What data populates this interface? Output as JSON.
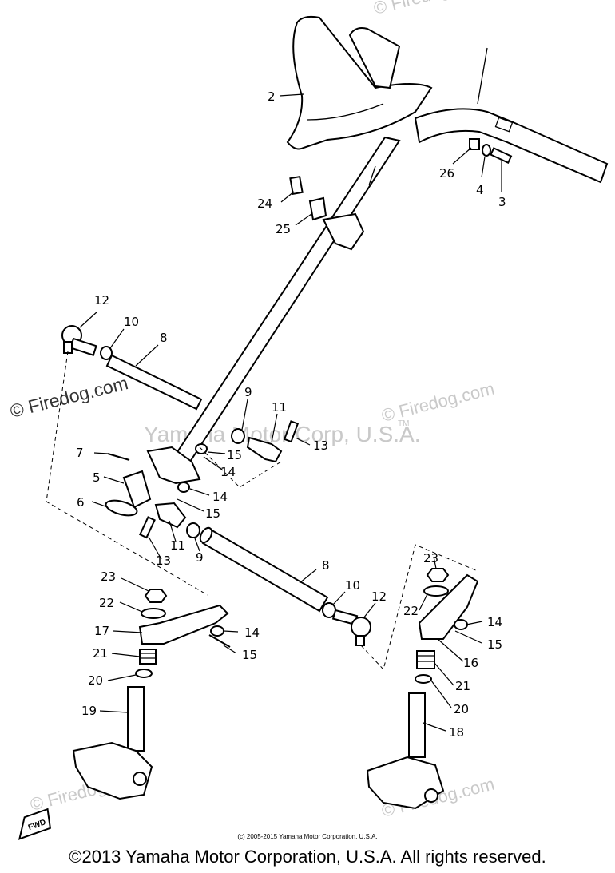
{
  "watermark": {
    "center_text": "Yamaha Motor Corp, U.S.A.",
    "tm": "TM",
    "side_text": "© Firedog.com",
    "repeat_text": "© Firedog.com"
  },
  "fwd_badge": "FWD",
  "small_credit": "(c) 2005-2015 Yamaha Motor Corporation, U.S.A.",
  "copyright": "©2013 Yamaha Motor Corporation, U.S.A. All rights reserved.",
  "callouts": {
    "c2": "2",
    "c26": "26",
    "c4": "4",
    "c3": "3",
    "c24": "24",
    "c25": "25",
    "c12a": "12",
    "c10a": "10",
    "c8a": "8",
    "c9a": "9",
    "c11a": "11",
    "c13a": "13",
    "c15a": "15",
    "c14a": "14",
    "c7": "7",
    "c5": "5",
    "c6": "6",
    "c14b": "14",
    "c15b": "15",
    "c13b": "13",
    "c11b": "11",
    "c9b": "9",
    "c8b": "8",
    "c10b": "10",
    "c12b": "12",
    "c23a": "23",
    "c22a": "22",
    "c17": "17",
    "c14c": "14",
    "c21a": "21",
    "c15c": "15",
    "c20a": "20",
    "c19": "19",
    "c23b": "23",
    "c22b": "22",
    "c14d": "14",
    "c15d": "15",
    "c16": "16",
    "c21b": "21",
    "c20b": "20",
    "c18": "18"
  }
}
